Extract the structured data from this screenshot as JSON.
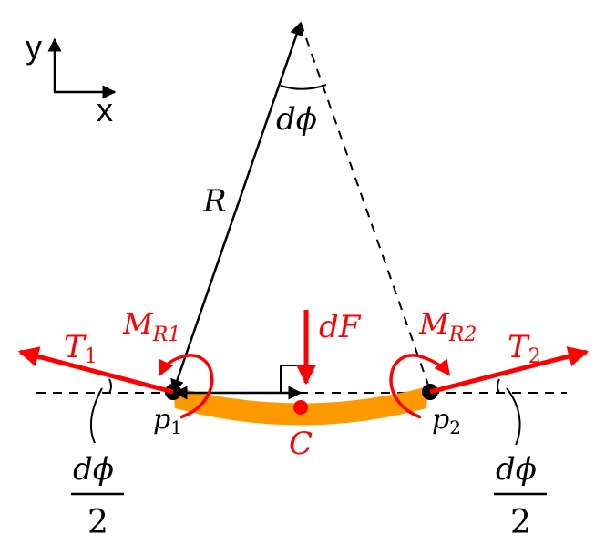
{
  "colors": {
    "beam": "#FF9900",
    "force": "#FF0000",
    "ink": "#000000"
  },
  "axes": {
    "y": "y",
    "x": "x"
  },
  "labels": {
    "radius": "R",
    "angle": "dϕ",
    "force": "dF",
    "centroid": "C",
    "p1": {
      "base": "p",
      "sub": "1"
    },
    "p2": {
      "base": "p",
      "sub": "2"
    },
    "T1": {
      "base": "T",
      "sub": "1"
    },
    "T2": {
      "base": "T",
      "sub": "2"
    },
    "MR1": {
      "base": "M",
      "sub": "R1"
    },
    "MR2": {
      "base": "M",
      "sub": "R2"
    },
    "half_angle_left": {
      "num": "dϕ",
      "den": "2"
    },
    "half_angle_right": {
      "num": "dϕ",
      "den": "2"
    }
  }
}
